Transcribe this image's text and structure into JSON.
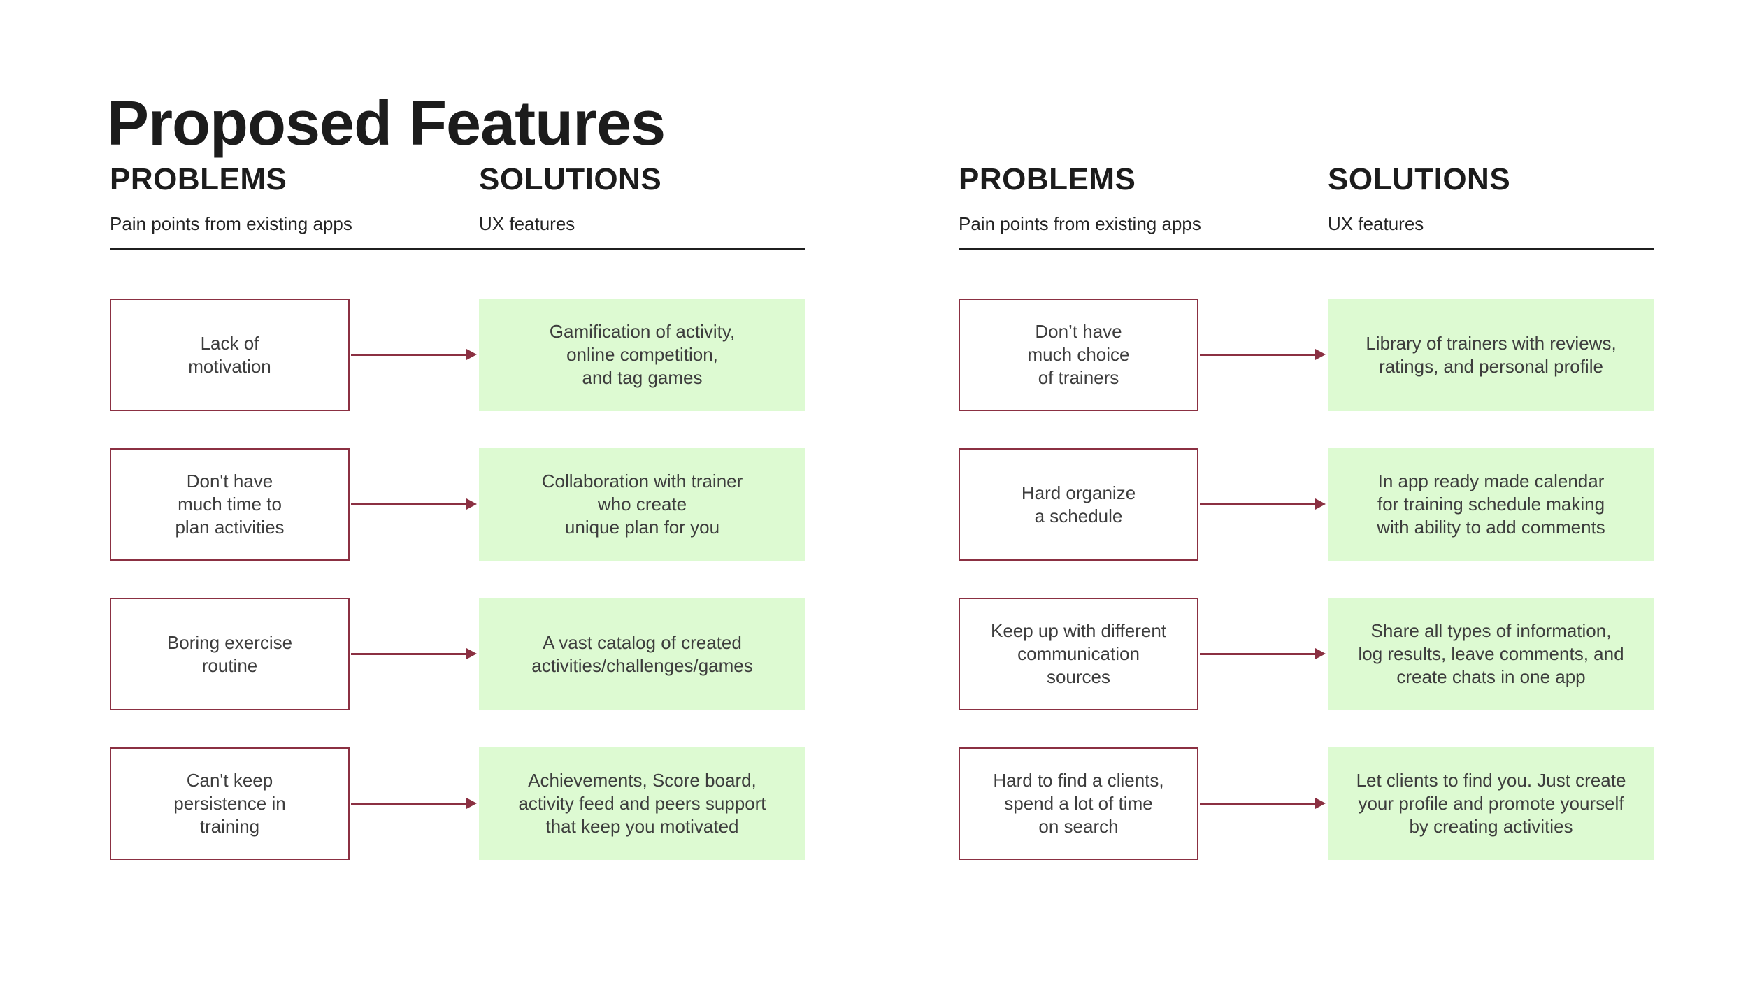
{
  "slide": {
    "title": "Proposed Features"
  },
  "colors": {
    "accent_maroon": "#8b3042",
    "solution_green": "#ddfad2",
    "heading_text": "#1c1c1c",
    "body_text": "#3d3d3d",
    "divider": "#1f1f1f"
  },
  "panels": [
    {
      "problems": {
        "heading": "PROBLEMS",
        "subtitle": "Pain points from existing apps"
      },
      "solutions": {
        "heading": "SOLUTIONS",
        "subtitle": "UX features"
      },
      "rows": [
        {
          "problem": "Lack of\nmotivation",
          "solution": "Gamification of activity,\nonline competition,\nand tag games"
        },
        {
          "problem": "Don't have\nmuch time to\nplan activities",
          "solution": "Collaboration with trainer\nwho create\nunique plan for you"
        },
        {
          "problem": "Boring exercise\nroutine",
          "solution": "A vast catalog of created\nactivities/challenges/games"
        },
        {
          "problem": "Can't keep\npersistence in\ntraining",
          "solution": "Achievements, Score board,\nactivity feed and peers support\nthat keep you motivated"
        }
      ]
    },
    {
      "problems": {
        "heading": "PROBLEMS",
        "subtitle": "Pain points from existing apps"
      },
      "solutions": {
        "heading": "SOLUTIONS",
        "subtitle": "UX features"
      },
      "rows": [
        {
          "problem": "Don’t have\nmuch choice\nof trainers",
          "solution": "Library of trainers with reviews,\nratings, and personal profile"
        },
        {
          "problem": "Hard organize\na schedule",
          "solution": "In app ready made calendar\nfor training schedule making\nwith ability to add comments"
        },
        {
          "problem": "Keep up with different\ncommunication\nsources",
          "solution": "Share all types of information,\nlog results, leave comments, and\ncreate chats in one app"
        },
        {
          "problem": "Hard to find a clients,\nspend a lot of time\non search",
          "solution": "Let clients to find you. Just create\nyour profile and promote yourself\nby creating activities"
        }
      ]
    }
  ]
}
